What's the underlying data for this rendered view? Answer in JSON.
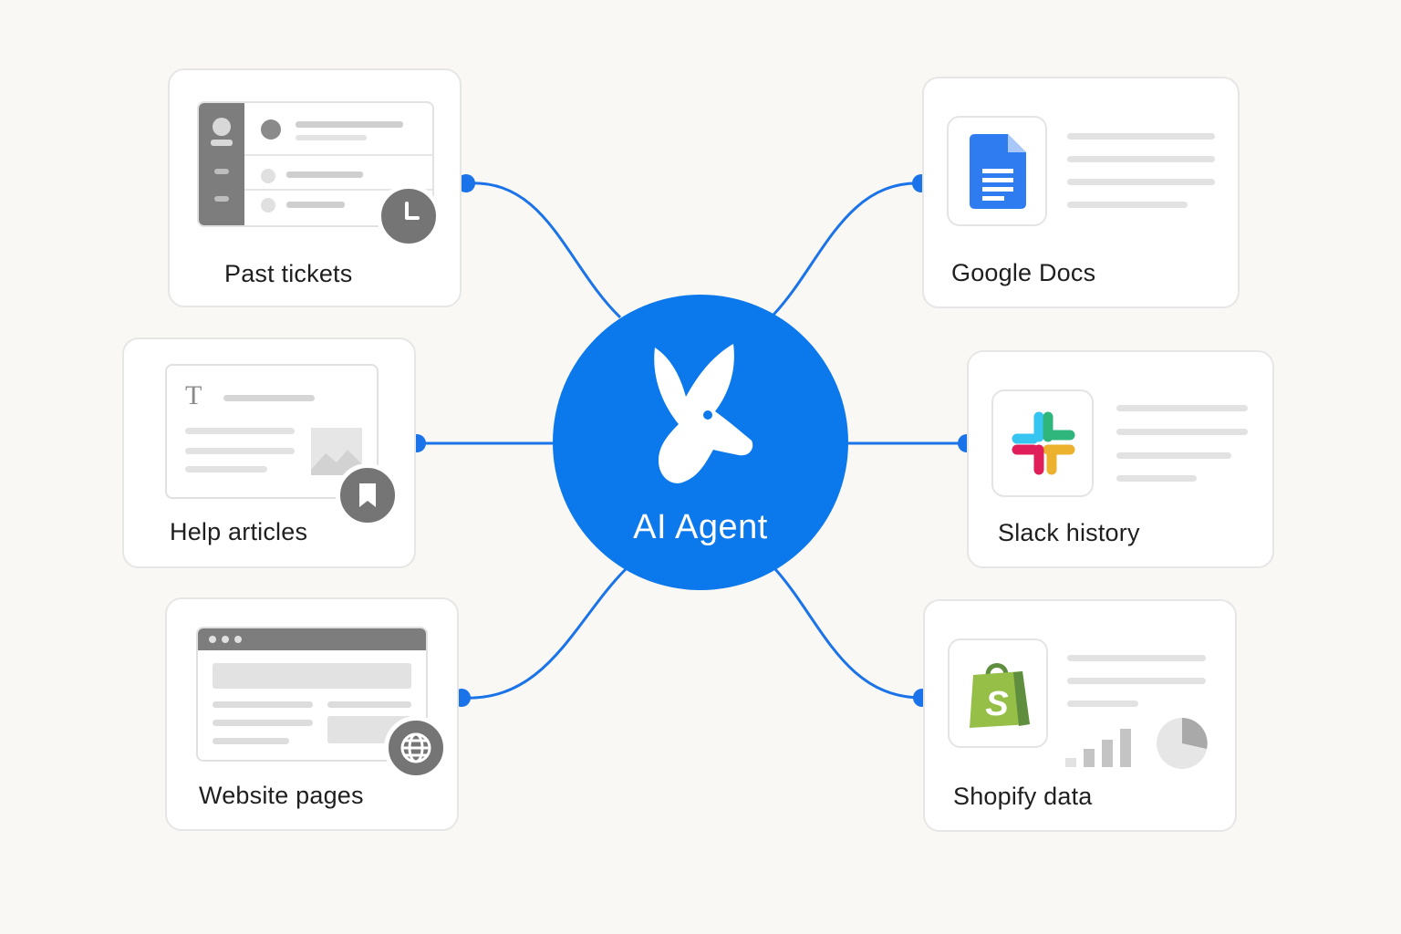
{
  "hub": {
    "label": "AI Agent",
    "icon": "donkey-mascot-icon",
    "color": "#0b78ec"
  },
  "sources": [
    {
      "label": "Past tickets",
      "icon": "clock-icon"
    },
    {
      "label": "Help articles",
      "icon": "bookmark-icon"
    },
    {
      "label": "Website pages",
      "icon": "globe-icon"
    },
    {
      "label": "Google Docs",
      "icon": "google-docs-icon"
    },
    {
      "label": "Slack history",
      "icon": "slack-icon"
    },
    {
      "label": "Shopify data",
      "icon": "shopify-icon"
    }
  ],
  "colors": {
    "connector": "#1a73e8",
    "card_border": "#e6e6e6",
    "placeholder_gray": "#dcdcdc",
    "badge_gray": "#757575"
  }
}
